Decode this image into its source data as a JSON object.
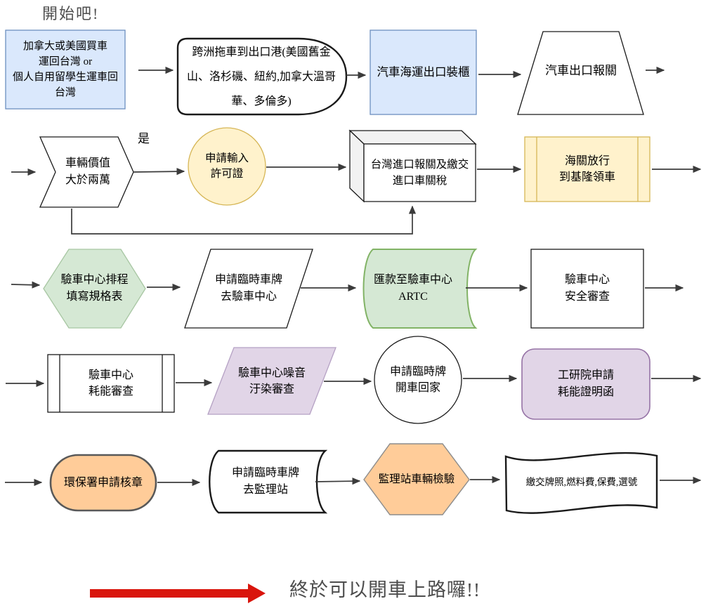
{
  "title": "開始吧!",
  "labels": {
    "yes": "是"
  },
  "nodes": {
    "start": {
      "label": "加拿大或美國買車\n運回台灣  or\n個人自用留學生運車回\n台灣"
    },
    "tow_to_port": {
      "label": "跨洲拖車到出口港(美國舊金\n山、洛杉磯、紐約,加拿大溫哥\n華、多倫多)"
    },
    "container_loading": {
      "label": "汽車海運出口裝櫃"
    },
    "export_customs": {
      "label": "汽車出口報關"
    },
    "value_check": {
      "label": "車輛價值\n大於兩萬"
    },
    "import_permit": {
      "label": "申請輸入\n許可證"
    },
    "import_customs": {
      "label": "台灣進口報關及繳交\n進口車關稅"
    },
    "customs_release": {
      "label": "海關放行\n到基隆領車"
    },
    "vscc_schedule": {
      "label": "驗車中心排程\n填寫規格表"
    },
    "temp_plate_vscc": {
      "label": "申請臨時車牌\n去驗車中心"
    },
    "remit_artc": {
      "label": "匯款至驗車中心\nARTC"
    },
    "safety_review": {
      "label": "驗車中心\n安全審查"
    },
    "energy_review": {
      "label": "驗車中心\n耗能審查"
    },
    "noise_review": {
      "label": "驗車中心噪音\n汙染審查"
    },
    "temp_plate_home": {
      "label": "申請臨時牌\n開車回家"
    },
    "itri_energy_cert": {
      "label": "工研院申請\n耗能證明函"
    },
    "epa_stamp": {
      "label": "環保署申請核章"
    },
    "temp_plate_dmv": {
      "label": "申請臨時車牌\n去監理站"
    },
    "dmv_inspection": {
      "label": "監理站車輛檢驗"
    },
    "pay_fees": {
      "label": "繳交牌照,燃料費,保費,選號"
    }
  },
  "footer": {
    "text": "終於可以開車上路囉!!"
  },
  "colors": {
    "node_blue": "#dae8fc",
    "node_blue_border": "#6c8ebf",
    "node_yellow": "#fff2cc",
    "node_yellow_border": "#d6b656",
    "node_green": "#d5e8d4",
    "node_green_border": "#82b366",
    "node_green_border_light": "#a7c6a2",
    "node_purple": "#e1d5e7",
    "node_purple_border": "#9673a6",
    "node_purple_border_light": "#b5a1c4",
    "node_orange": "#ffcc99",
    "node_orange_border": "#595959",
    "cube_side": "#f2f2f2",
    "connector": "#3b3b3b",
    "red_arrow": "#d9150c",
    "text_gray": "#4d4d4d"
  }
}
